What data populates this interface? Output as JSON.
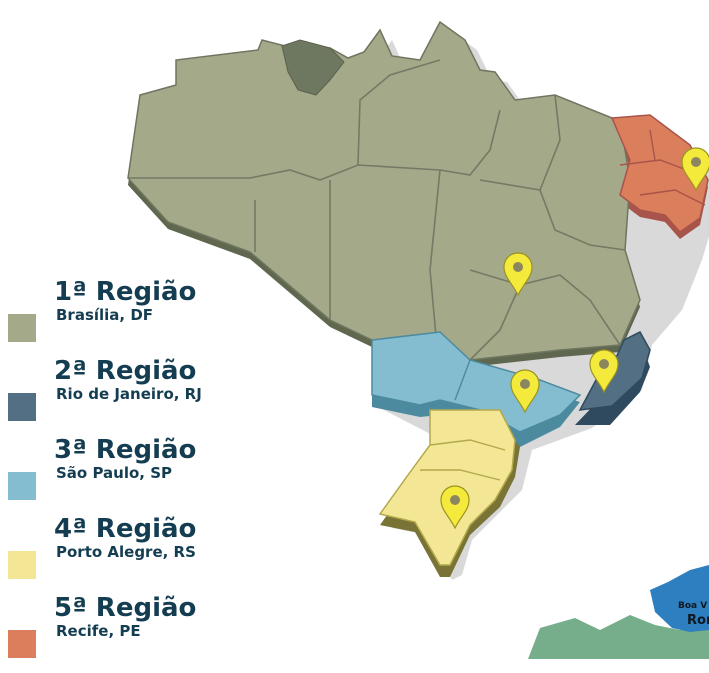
{
  "legend": [
    {
      "title": "1ª Região",
      "city": "Brasília, DF",
      "color": "#a4a98a"
    },
    {
      "title": "2ª Região",
      "city": "Rio de Janeiro, RJ",
      "color": "#526f84"
    },
    {
      "title": "3ª Região",
      "city": "São Paulo, SP",
      "color": "#84bdd0"
    },
    {
      "title": "4ª Região",
      "city": "Porto Alegre, RS",
      "color": "#f3e796"
    },
    {
      "title": "5ª Região",
      "city": "Recife, PE",
      "color": "#db7e5c"
    }
  ],
  "colors": {
    "region1": "#a4a98a",
    "region1_dark": "#6e775f",
    "region2": "#526f84",
    "region3": "#84bdd0",
    "region4": "#f3e796",
    "region5": "#db7e5c",
    "pin": "#f4ea3c",
    "shadow": "#d6d6d6",
    "text": "#143d52"
  },
  "inset": {
    "label_small": "Boa V",
    "label_large": "Ror"
  }
}
